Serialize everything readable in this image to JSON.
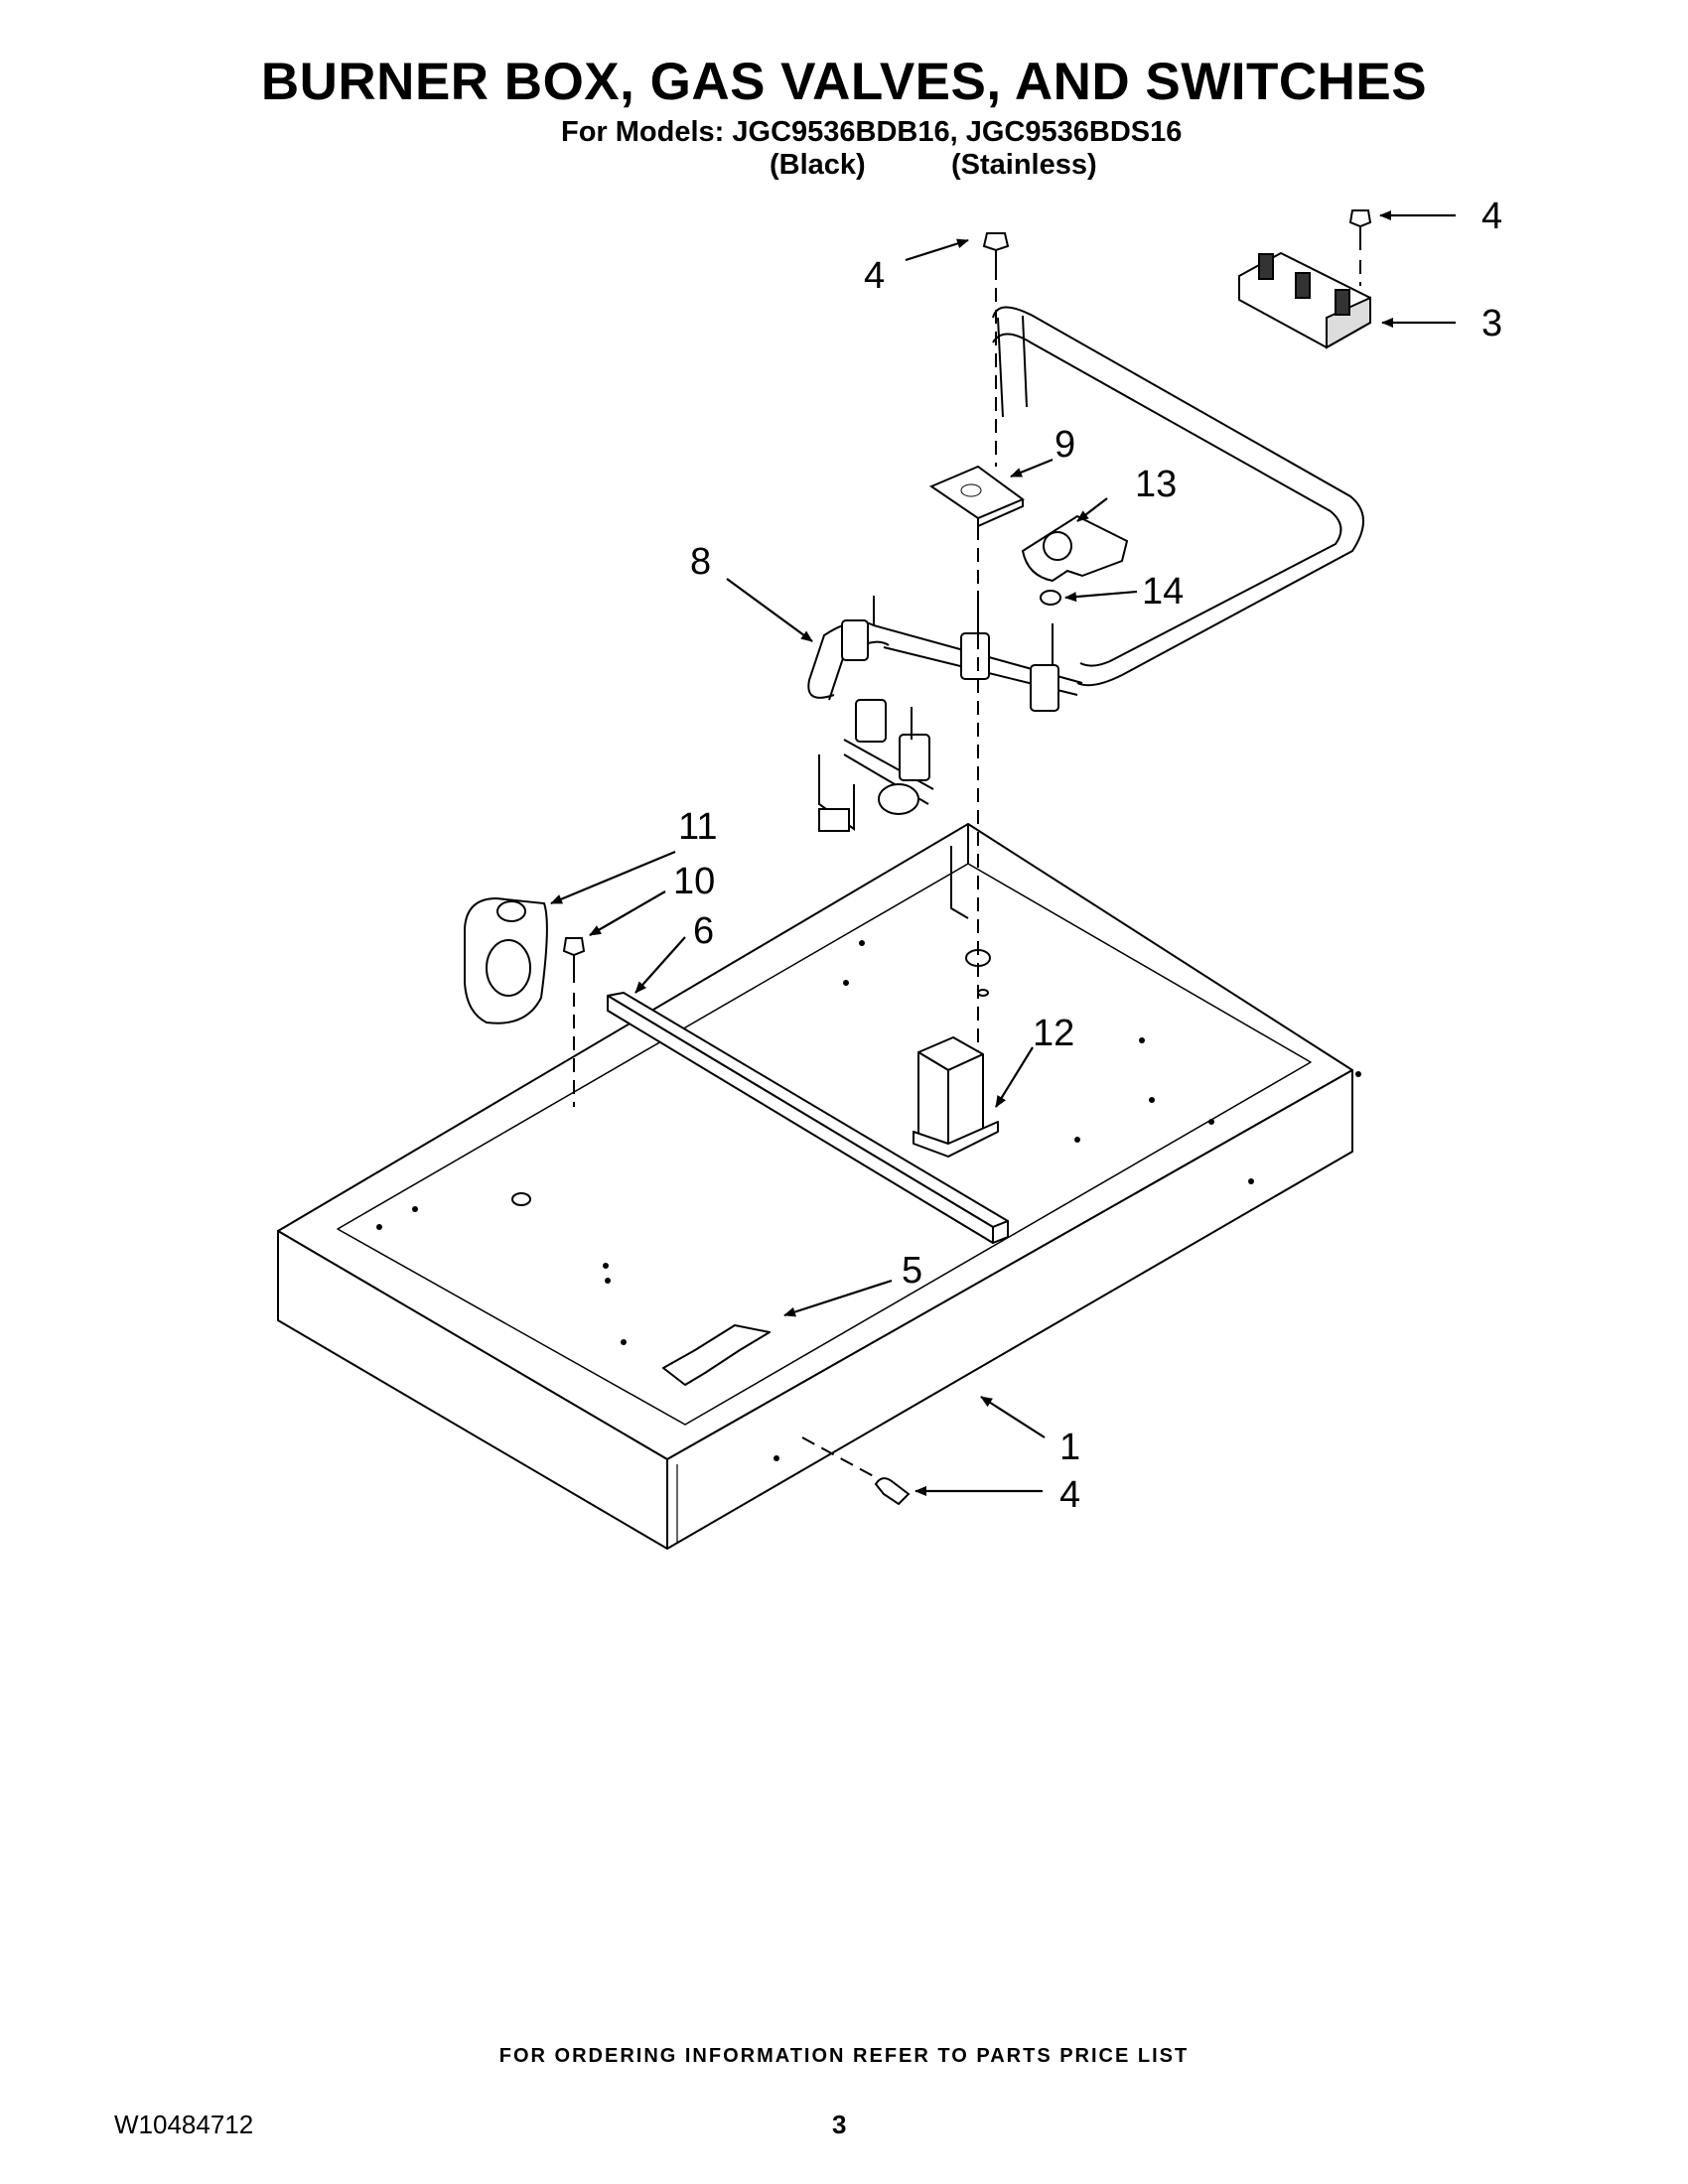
{
  "header": {
    "title": "BURNER BOX, GAS VALVES, AND SWITCHES",
    "models_line": "For Models: JGC9536BDB16, JGC9536BDS16",
    "variant_black": "(Black)",
    "variant_stainless": "(Stainless)"
  },
  "callouts": {
    "c1": "1",
    "c3": "3",
    "c4a": "4",
    "c4b": "4",
    "c4c": "4",
    "c5": "5",
    "c6": "6",
    "c8": "8",
    "c9": "9",
    "c10": "10",
    "c11": "11",
    "c12": "12",
    "c13": "13",
    "c14": "14"
  },
  "footer": {
    "ordering_note": "FOR ORDERING INFORMATION REFER TO PARTS PRICE LIST",
    "document_number": "W10484712",
    "page_number": "3"
  }
}
